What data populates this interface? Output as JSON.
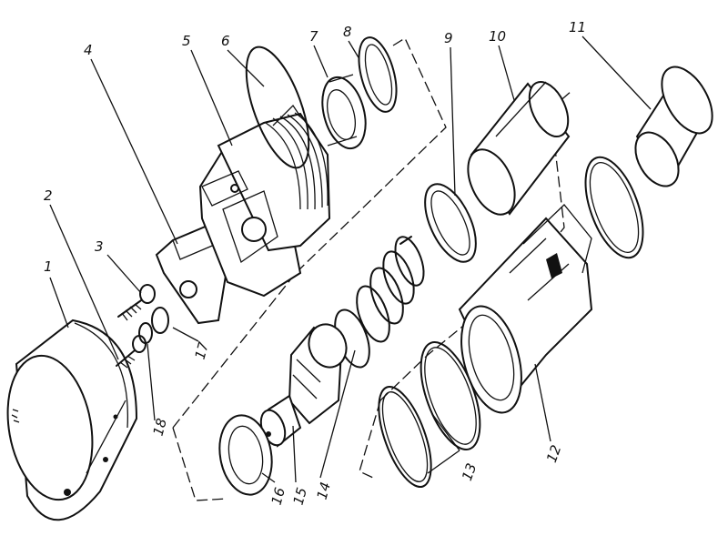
{
  "part_labels": [
    "1",
    "2",
    "3",
    "4",
    "5",
    "6",
    "7",
    "8",
    "9",
    "10",
    "11",
    "12",
    "13",
    "14",
    "15",
    "16",
    "17",
    "18"
  ]
}
